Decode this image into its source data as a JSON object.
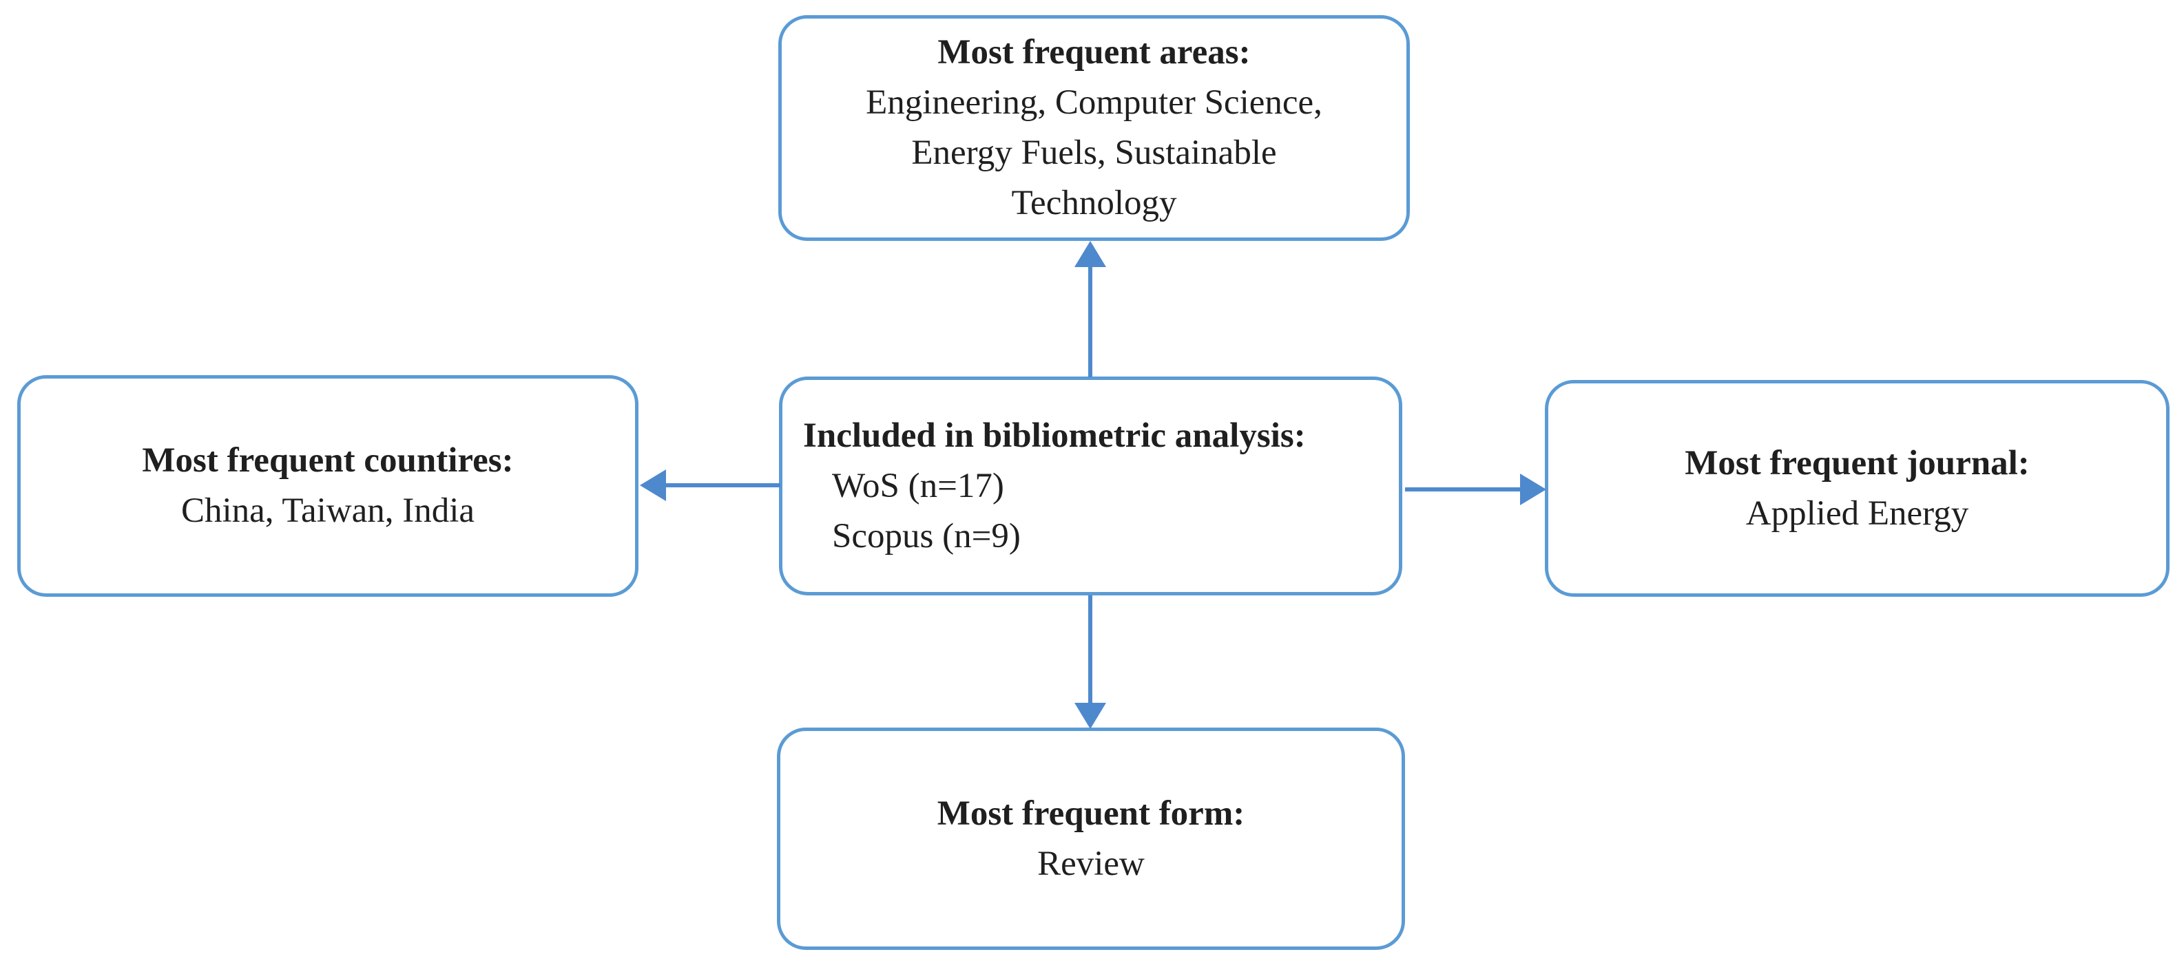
{
  "colors": {
    "background": "#ffffff",
    "box_border": "#5b9bd5",
    "arrow": "#4e89cd",
    "text": "#1f1f1f"
  },
  "boxes": {
    "areas": {
      "title": "Most frequent areas:",
      "lines": [
        "Engineering, Computer Science,",
        "Energy Fuels, Sustainable",
        "Technology"
      ]
    },
    "countries": {
      "title": "Most frequent countires:",
      "lines": [
        "China, Taiwan, India"
      ]
    },
    "analysis": {
      "title": "Included in bibliometric analysis:",
      "items": [
        "WoS (n=17)",
        "Scopus (n=9)"
      ]
    },
    "journal": {
      "title": "Most frequent journal:",
      "lines": [
        "Applied Energy"
      ]
    },
    "form": {
      "title": "Most frequent form:",
      "lines": [
        "Review"
      ]
    }
  }
}
